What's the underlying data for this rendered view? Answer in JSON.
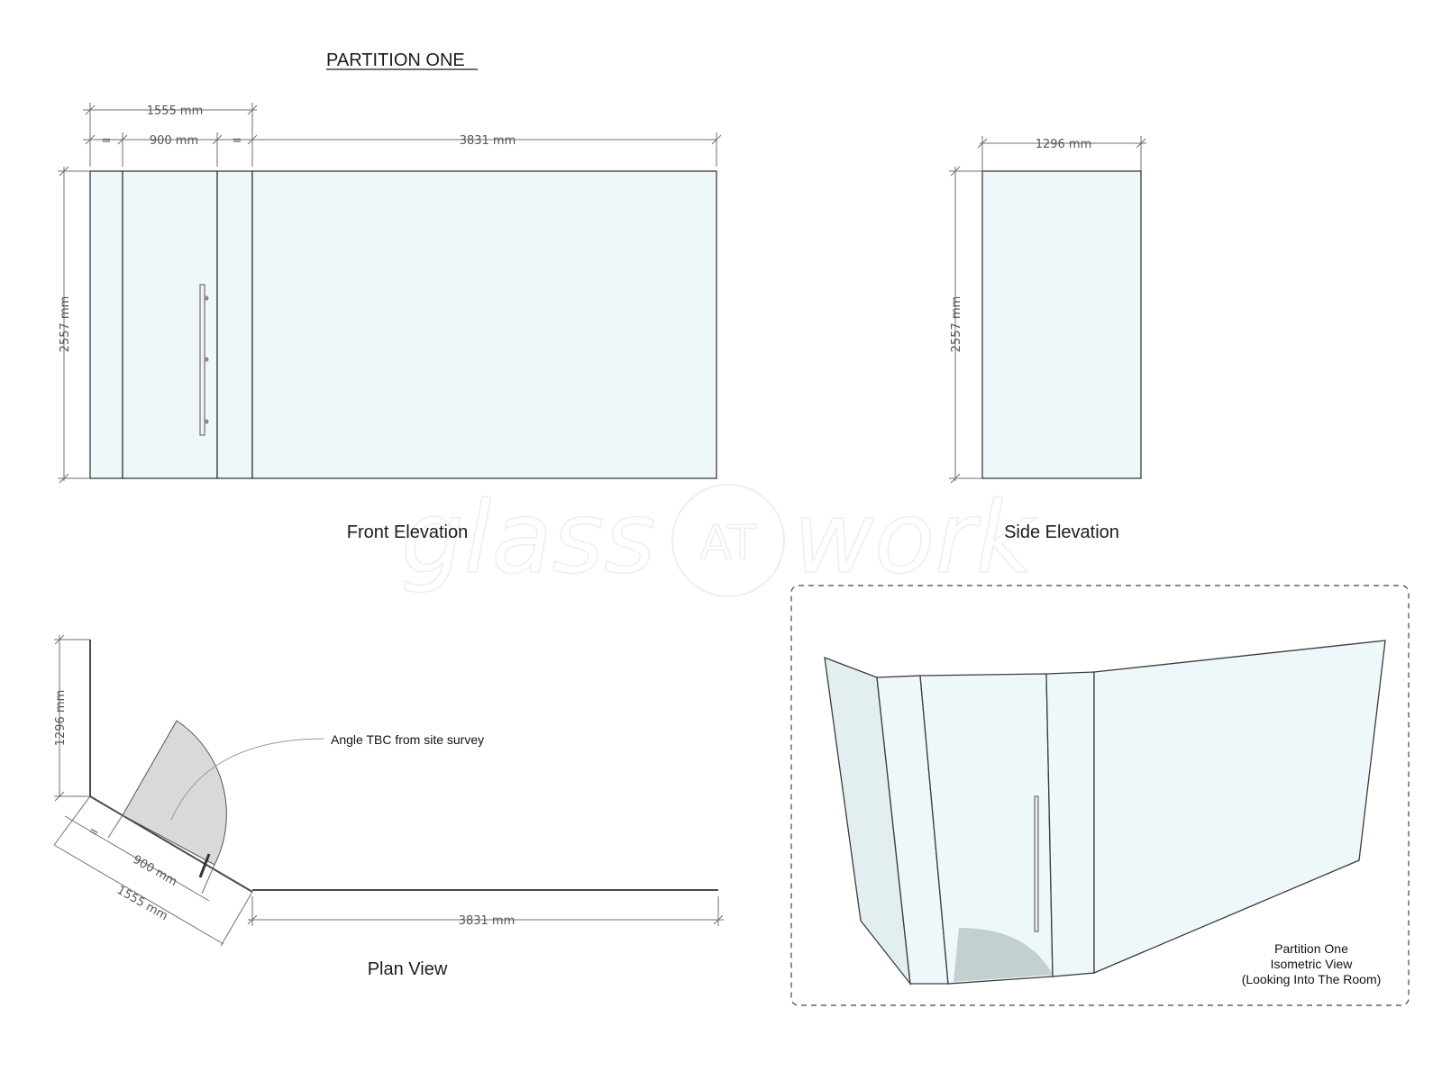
{
  "title": "PARTITION ONE",
  "front_elevation": {
    "label": "Front Elevation",
    "dim_overall_door_section": "1555 mm",
    "dim_door": "900 mm",
    "dim_equal_left": "=",
    "dim_equal_right": "=",
    "dim_main_panel": "3831 mm",
    "dim_height": "2557 mm"
  },
  "side_elevation": {
    "label": "Side Elevation",
    "dim_width": "1296 mm",
    "dim_height": "2557 mm"
  },
  "plan_view": {
    "label": "Plan View",
    "dim_side": "1296 mm",
    "dim_equal": "=",
    "dim_door": "900 mm",
    "dim_overall_door_section": "1555 mm",
    "dim_main_panel": "3831 mm",
    "annotation": "Angle TBC from site survey"
  },
  "isometric": {
    "caption_line1": "Partition One",
    "caption_line2": "Isometric View",
    "caption_line3": "(Looking Into The Room)"
  },
  "watermark": {
    "text_left": "glass",
    "text_logo": "AT",
    "text_right": "work"
  }
}
